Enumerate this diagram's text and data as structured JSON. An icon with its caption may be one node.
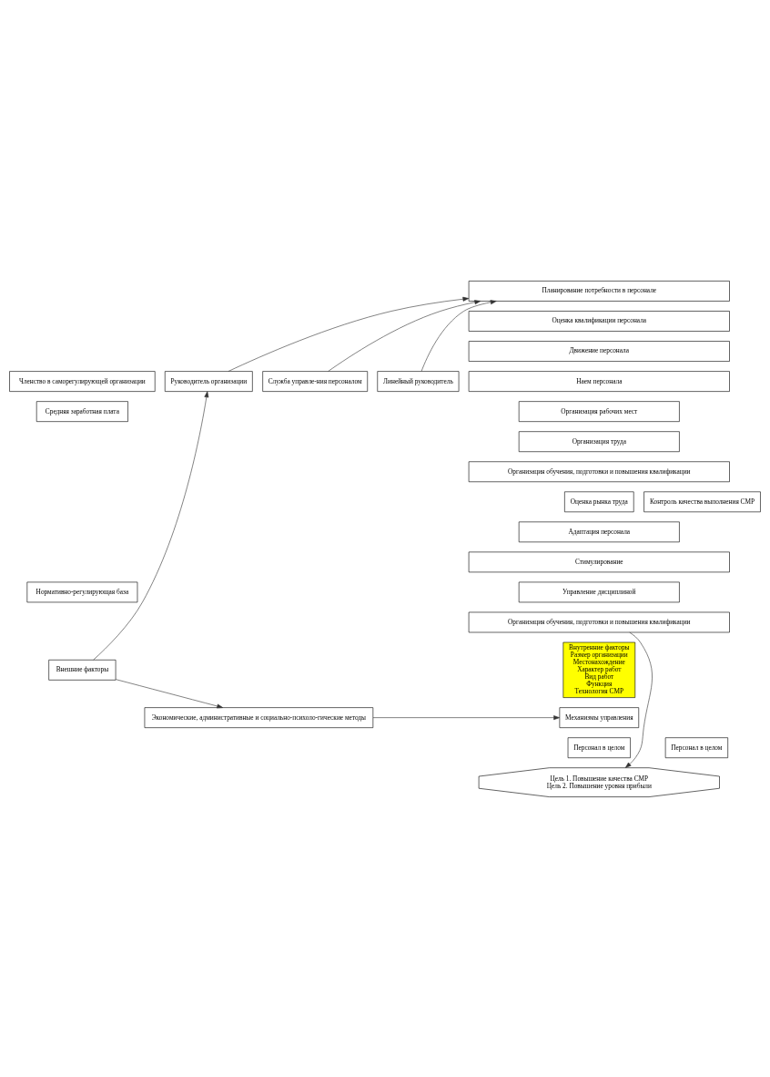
{
  "diagram": {
    "nodes": [
      {
        "text": [
          "Членство в саморегулирующей организации"
        ]
      },
      {
        "text": [
          "Средняя заработная плата"
        ]
      },
      {
        "text": [
          "Нормативно-регулирующая база"
        ]
      },
      {
        "text": [
          "Внешние факторы"
        ]
      },
      {
        "text": [
          "Руководитель организации"
        ]
      },
      {
        "text": [
          "Служба управле-ния персоналом"
        ]
      },
      {
        "text": [
          "Линейный руководитель"
        ]
      },
      {
        "text": [
          "Планирование потребности в персонале"
        ]
      },
      {
        "text": [
          "Оценка квалификации персонала"
        ]
      },
      {
        "text": [
          "Движение персонала"
        ]
      },
      {
        "text": [
          "Наем персонала"
        ]
      },
      {
        "text": [
          "Организация рабочих мест"
        ]
      },
      {
        "text": [
          "Организация труда"
        ]
      },
      {
        "text": [
          "Организация обучения, подготовки и повышения квалификации"
        ]
      },
      {
        "text": [
          "Оценка рынка труда"
        ]
      },
      {
        "text": [
          "Контроль качества выполнения СМР"
        ]
      },
      {
        "text": [
          "Адаптация персонала"
        ]
      },
      {
        "text": [
          "Стимулирование"
        ]
      },
      {
        "text": [
          "Управление дисциплиной"
        ]
      },
      {
        "text": [
          "Организация обучения, подготовки и повышения квалификации"
        ]
      },
      {
        "text": [
          "Внутренние факторы",
          "Размер организации",
          "Местонахождение",
          "Характер работ",
          "Вид работ",
          "Функция",
          "Технология СМР"
        ]
      },
      {
        "text": [
          "Экономические, административные и социально-психоло-гические методы"
        ]
      },
      {
        "text": [
          "Механизмы управления"
        ]
      },
      {
        "text": [
          "Персонал в целом"
        ]
      },
      {
        "text": [
          "Персонал в целом"
        ]
      },
      {
        "text": [
          "Цель 1. Повышение качества СМР",
          "Цель 2. Повышение уровня прибыли"
        ]
      }
    ],
    "edges": [
      {
        "from": 3,
        "to": 4,
        "arrow": "to"
      },
      {
        "from": 4,
        "to": 7,
        "arrow": "to"
      },
      {
        "from": 5,
        "to": 7,
        "arrow": "to"
      },
      {
        "from": 6,
        "to": 7,
        "arrow": "to"
      },
      {
        "from": 3,
        "to": 21,
        "arrow": "to"
      },
      {
        "from": 21,
        "to": 22,
        "arrow": "to"
      },
      {
        "from": 19,
        "to": 25,
        "arrow": "to"
      }
    ]
  }
}
